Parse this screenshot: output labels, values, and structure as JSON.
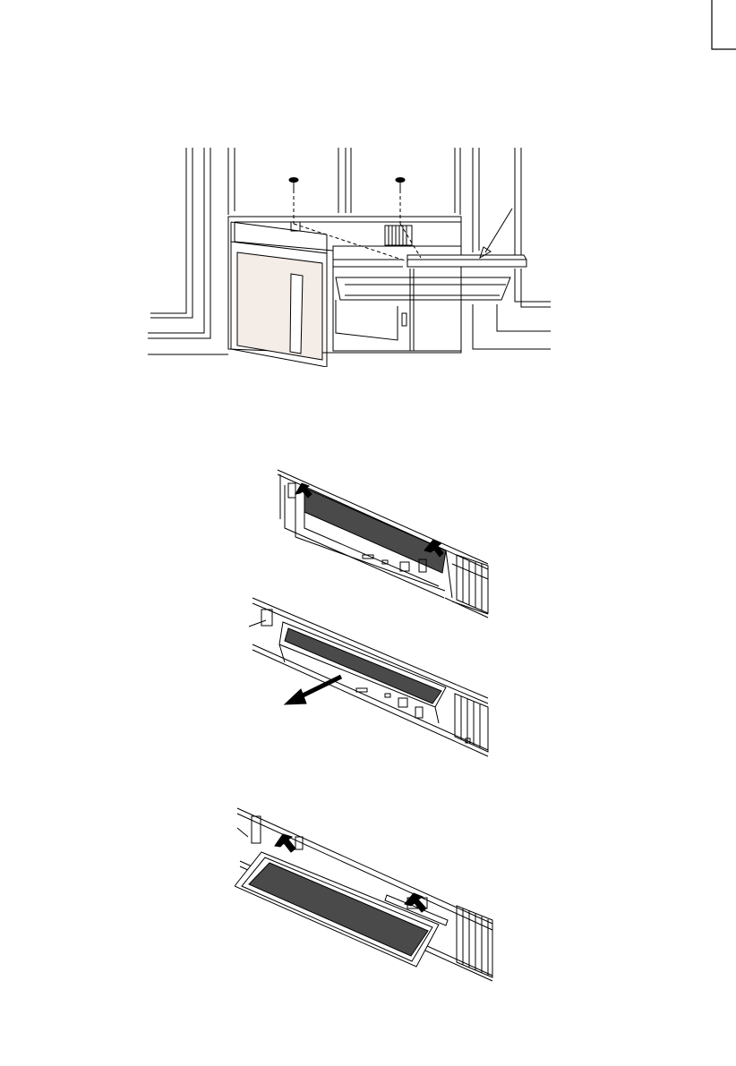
{
  "page": {
    "background_color": "#ffffff",
    "line_color": "#000000",
    "filter_color": "#4a4a4a",
    "door_glass_color": "#f4ece7"
  },
  "figures": [
    {
      "id": "microwave-installation",
      "icon": "microwave-with-screws-and-filter-illustration"
    },
    {
      "id": "filter-release",
      "icon": "filter-tabs-push-illustration"
    },
    {
      "id": "filter-removal",
      "icon": "filter-pull-out-arrow-illustration"
    },
    {
      "id": "filter-installation",
      "icon": "filter-insert-arrows-illustration"
    }
  ]
}
